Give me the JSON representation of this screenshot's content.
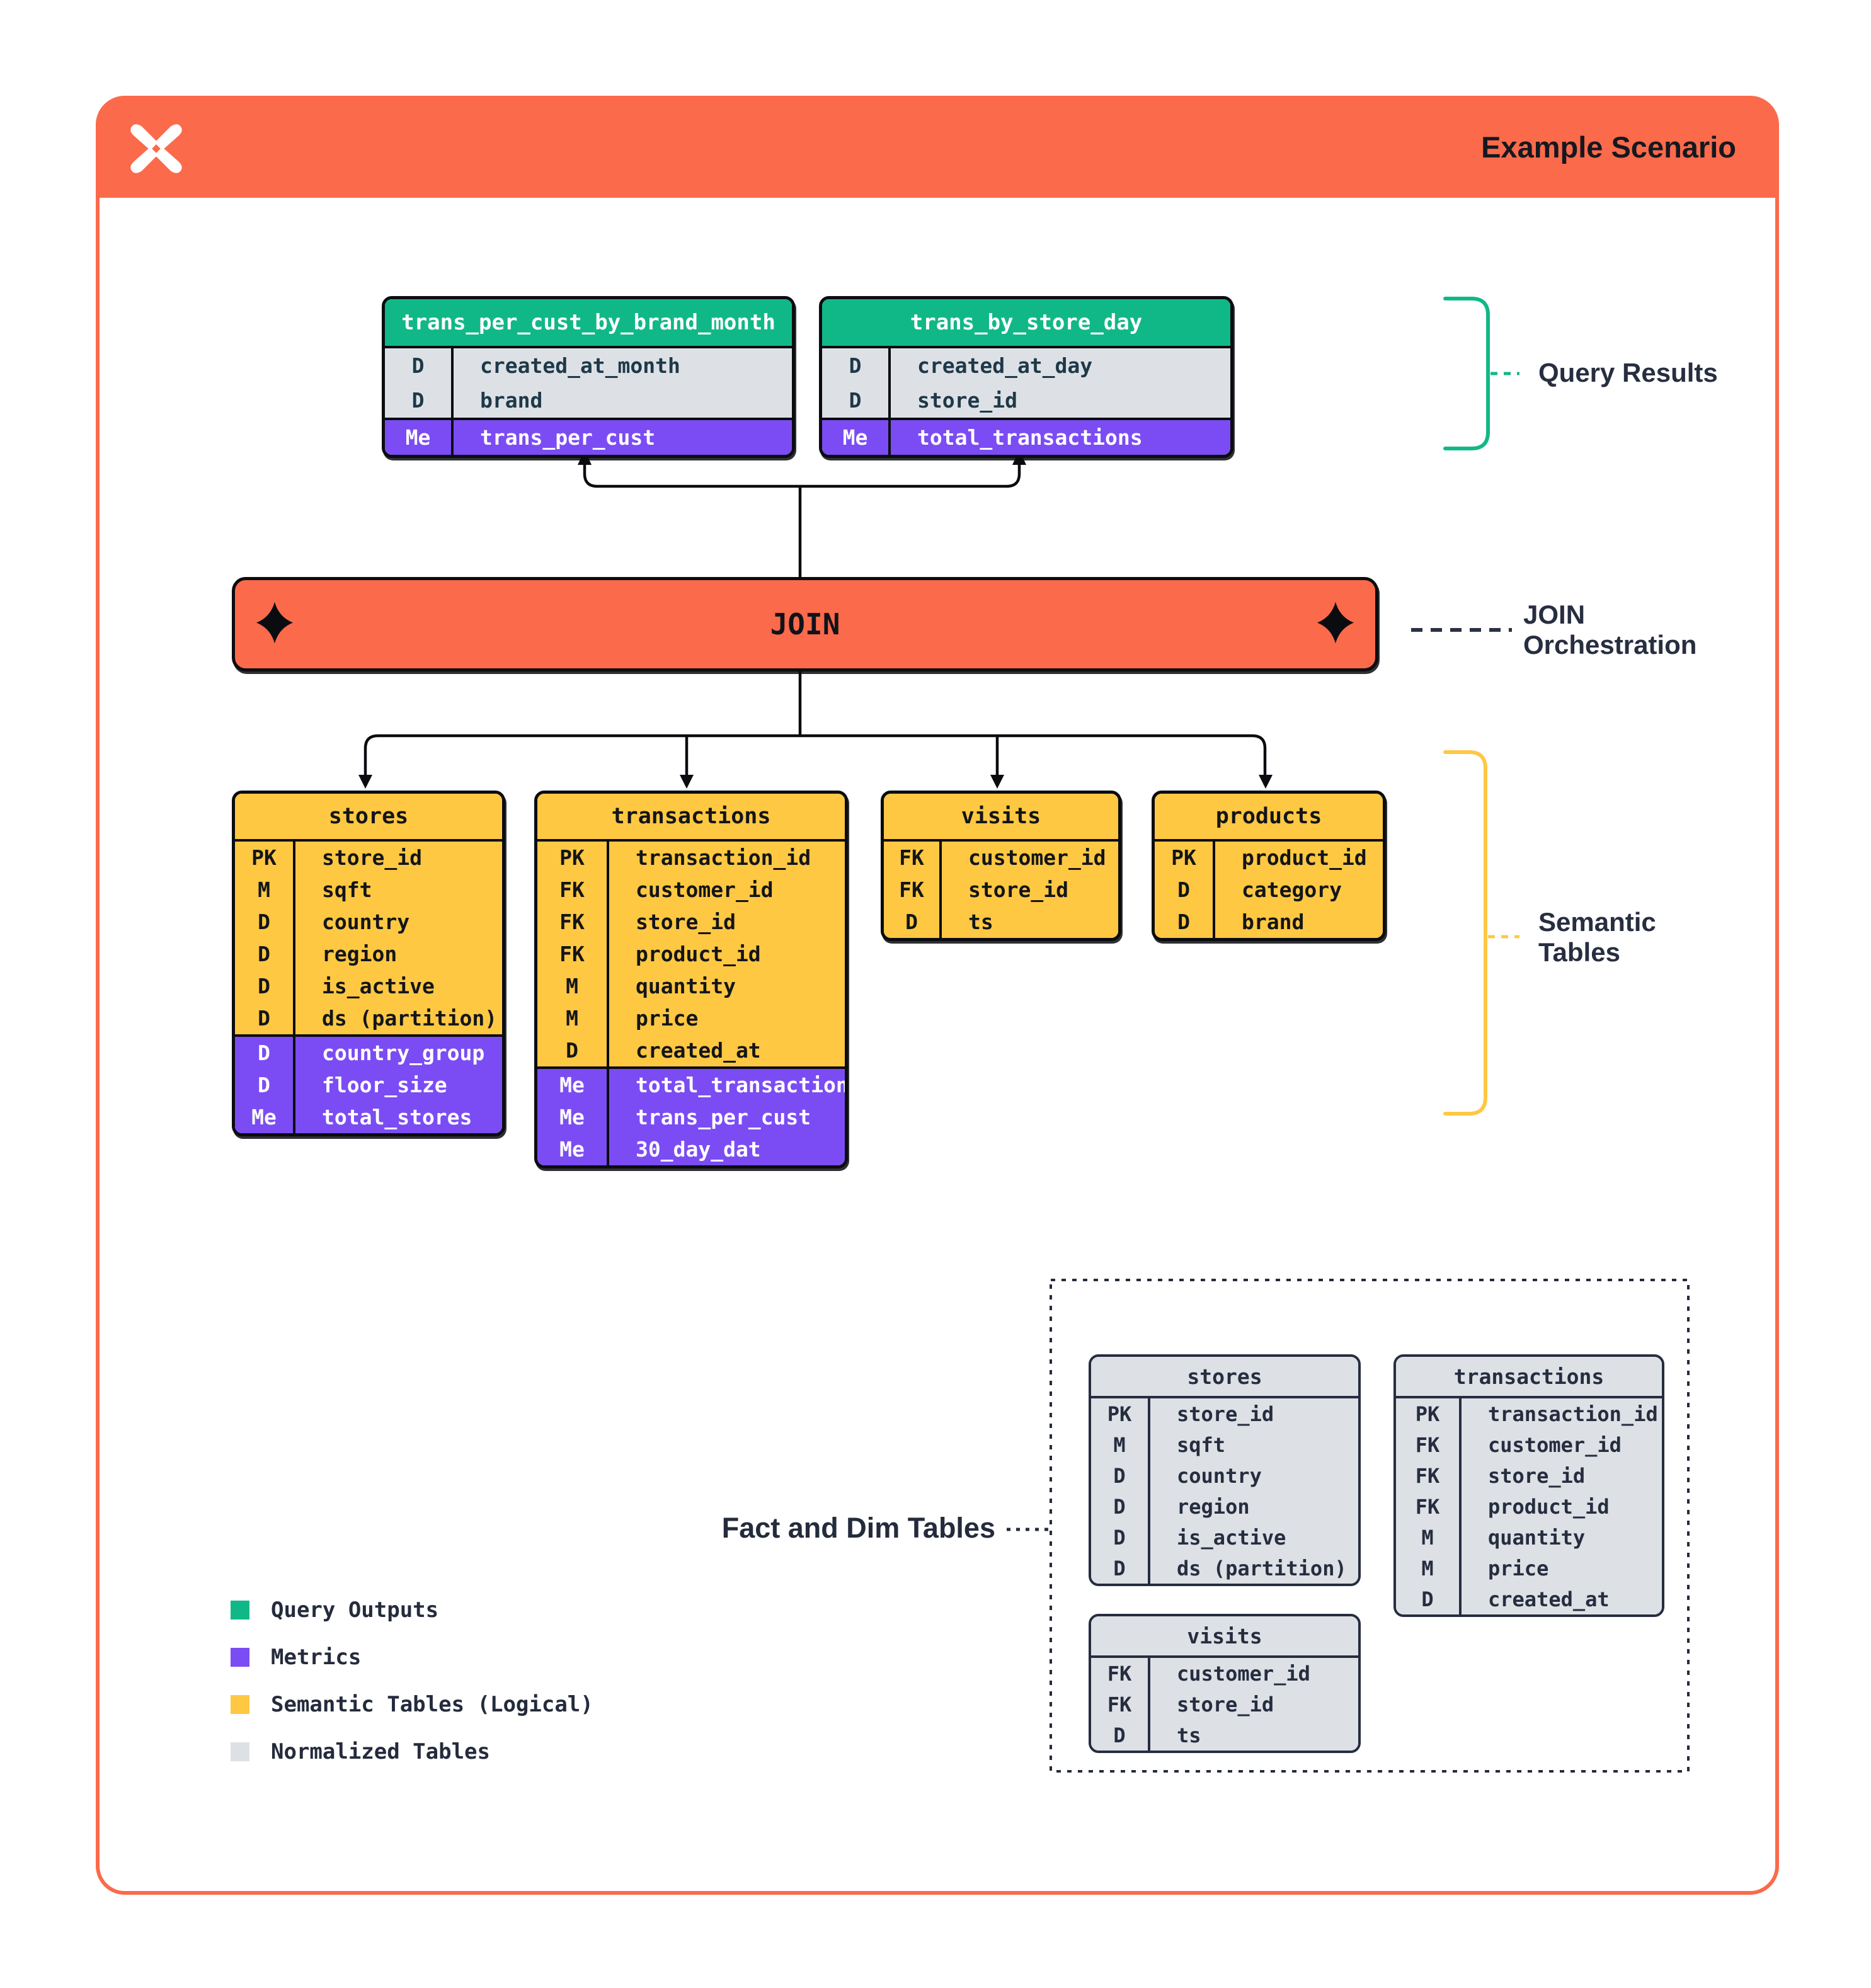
{
  "header": {
    "title": "Example Scenario"
  },
  "colors": {
    "accent_orange": "#FB6A4B",
    "query_output_green": "#11B887",
    "metric_purple": "#7B4CF3",
    "semantic_yellow": "#FFC843",
    "normalized_gray": "#DDE1E6",
    "outline_black": "#0B0C10"
  },
  "query_results": {
    "annotation": "Query Results",
    "tables": [
      {
        "name": "trans_per_cust_by_brand_month",
        "dims": [
          [
            "D",
            "created_at_month"
          ],
          [
            "D",
            "brand"
          ]
        ],
        "mets": [
          [
            "Me",
            "trans_per_cust"
          ]
        ]
      },
      {
        "name": "trans_by_store_day",
        "dims": [
          [
            "D",
            "created_at_day"
          ],
          [
            "D",
            "store_id"
          ]
        ],
        "mets": [
          [
            "Me",
            "total_transactions"
          ]
        ]
      }
    ]
  },
  "join": {
    "label": "JOIN",
    "annotation_line1": "JOIN",
    "annotation_line2": "Orchestration"
  },
  "semantic": {
    "annotation_line1": "Semantic",
    "annotation_line2": "Tables",
    "tables": [
      {
        "name": "stores",
        "dims": [
          [
            "PK",
            "store_id"
          ],
          [
            "M",
            "sqft"
          ],
          [
            "D",
            "country"
          ],
          [
            "D",
            "region"
          ],
          [
            "D",
            "is_active"
          ],
          [
            "D",
            "ds (partition)"
          ]
        ],
        "mets": [
          [
            "D",
            "country_group"
          ],
          [
            "D",
            "floor_size"
          ],
          [
            "Me",
            "total_stores"
          ]
        ]
      },
      {
        "name": "transactions",
        "dims": [
          [
            "PK",
            "transaction_id"
          ],
          [
            "FK",
            "customer_id"
          ],
          [
            "FK",
            "store_id"
          ],
          [
            "FK",
            "product_id"
          ],
          [
            "M",
            "quantity"
          ],
          [
            "M",
            "price"
          ],
          [
            "D",
            "created_at"
          ]
        ],
        "mets": [
          [
            "Me",
            "total_transactions"
          ],
          [
            "Me",
            "trans_per_cust"
          ],
          [
            "Me",
            "30_day_dat"
          ]
        ]
      },
      {
        "name": "visits",
        "dims": [
          [
            "FK",
            "customer_id"
          ],
          [
            "FK",
            "store_id"
          ],
          [
            "D",
            "ts"
          ]
        ],
        "mets": []
      },
      {
        "name": "products",
        "dims": [
          [
            "PK",
            "product_id"
          ],
          [
            "D",
            "category"
          ],
          [
            "D",
            "brand"
          ]
        ],
        "mets": []
      }
    ]
  },
  "normalized": {
    "annotation": "Fact and Dim Tables",
    "tables": [
      {
        "name": "stores",
        "dims": [
          [
            "PK",
            "store_id"
          ],
          [
            "M",
            "sqft"
          ],
          [
            "D",
            "country"
          ],
          [
            "D",
            "region"
          ],
          [
            "D",
            "is_active"
          ],
          [
            "D",
            "ds (partition)"
          ]
        ]
      },
      {
        "name": "transactions",
        "dims": [
          [
            "PK",
            "transaction_id"
          ],
          [
            "FK",
            "customer_id"
          ],
          [
            "FK",
            "store_id"
          ],
          [
            "FK",
            "product_id"
          ],
          [
            "M",
            "quantity"
          ],
          [
            "M",
            "price"
          ],
          [
            "D",
            "created_at"
          ]
        ]
      },
      {
        "name": "visits",
        "dims": [
          [
            "FK",
            "customer_id"
          ],
          [
            "FK",
            "store_id"
          ],
          [
            "D",
            "ts"
          ]
        ]
      }
    ]
  },
  "legend": {
    "items": [
      {
        "label": "Query Outputs",
        "color": "#11B887"
      },
      {
        "label": "Metrics",
        "color": "#7B4CF3"
      },
      {
        "label": "Semantic Tables (Logical)",
        "color": "#FFC843"
      },
      {
        "label": "Normalized Tables",
        "color": "#DDE1E6"
      }
    ]
  }
}
